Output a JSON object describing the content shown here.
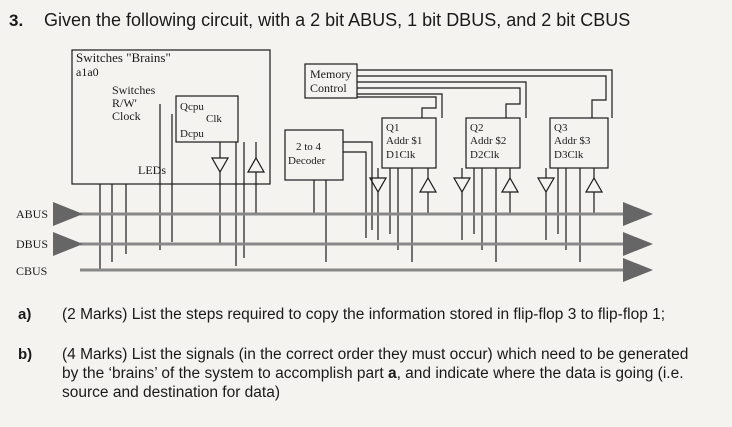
{
  "question": {
    "number": "3.",
    "text": "Given the following circuit, with a 2 bit ABUS, 1 bit DBUS, and 2 bit CBUS"
  },
  "diagram": {
    "brains_title": "Switches \"Brains\"",
    "brains_sub": "a1a0",
    "switches_label": "Switches",
    "rw_label": "R/W'",
    "clock_label": "Clock",
    "leds_label": "LEDs",
    "cpu_q": "Qcpu",
    "cpu_clk": "Clk",
    "cpu_d": "Dcpu",
    "memory_control_1": "Memory",
    "memory_control_2": "Control",
    "decoder_1": "2 to 4",
    "decoder_2": "Decoder",
    "ff1": {
      "q": "Q1",
      "addr": "Addr $1",
      "d": "D1Clk"
    },
    "ff2": {
      "q": "Q2",
      "addr": "Addr $2",
      "d": "D2Clk"
    },
    "ff3": {
      "q": "Q3",
      "addr": "Addr $3",
      "d": "D3Clk"
    },
    "buses": [
      "ABUS",
      "DBUS",
      "CBUS"
    ]
  },
  "parts": [
    {
      "label": "a)",
      "text": "(2 Marks) List the steps required to copy the information stored in flip-flop 3 to flip-flop 1;"
    },
    {
      "label": "b)",
      "text_before": "(4 Marks) List the signals (in the correct order they must occur) which need to be generated by the ‘brains’ of the system to accomplish part ",
      "text_bold": "a",
      "text_after": ", and indicate where the data is going (i.e. source and destination for data)"
    }
  ]
}
